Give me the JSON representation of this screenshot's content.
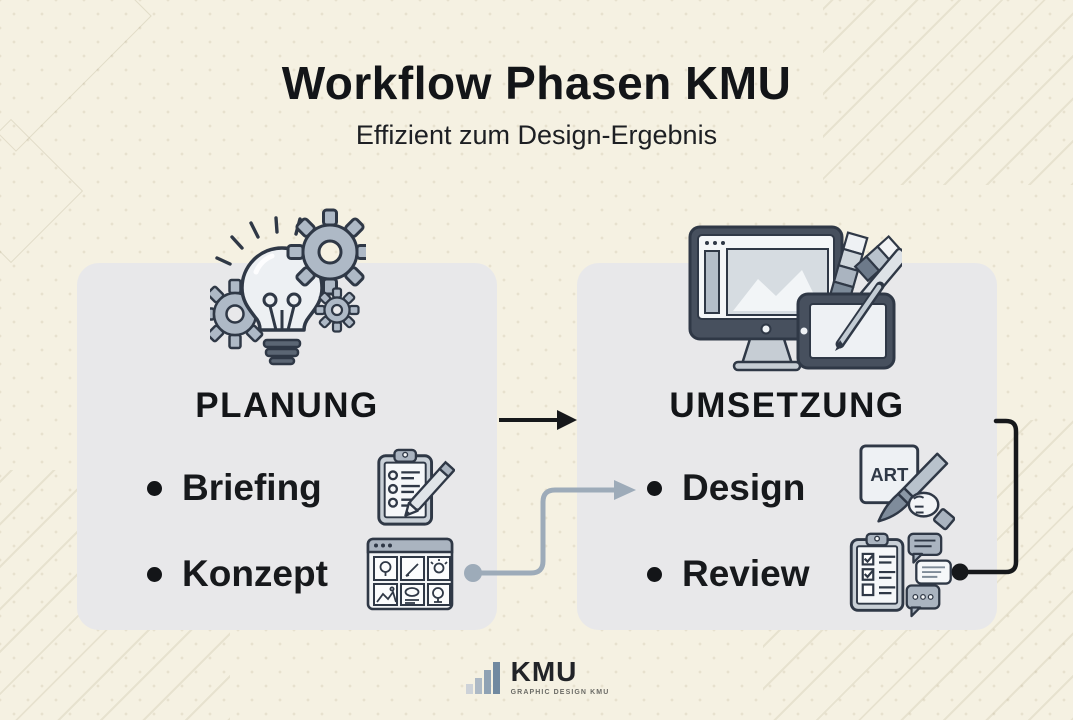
{
  "header": {
    "title": "Workflow Phasen KMU",
    "subtitle": "Effizient zum Design-Ergebnis"
  },
  "ui": {
    "bullet": ""
  },
  "phases": [
    {
      "name": "PLANUNG",
      "icon": "lightbulb-gears-icon",
      "items": [
        {
          "label": "Briefing",
          "icon": "clipboard-checklist-pencil-icon"
        },
        {
          "label": "Konzept",
          "icon": "browser-wireframe-icon"
        }
      ]
    },
    {
      "name": "UMSETZUNG",
      "icon": "monitor-tablet-design-icon",
      "items": [
        {
          "label": "Design",
          "icon": "art-hand-paintbrush-icon",
          "icon_text": "ART"
        },
        {
          "label": "Review",
          "icon": "clipboard-checks-chat-icon"
        }
      ]
    }
  ],
  "connectors": [
    {
      "name": "planung-to-umsetzung-arrow",
      "style": "straight-black-arrow",
      "color": "#16181b"
    },
    {
      "name": "konzept-to-design-arrow",
      "style": "curved-gray-arrow",
      "color": "#9dabb9"
    },
    {
      "name": "umsetzung-to-review-bracket",
      "style": "rounded-black-bracket",
      "color": "#16181b"
    }
  ],
  "footer": {
    "brand": "KMU",
    "tagline": "GRAPHIC DESIGN KMU",
    "logo_icon": "bar-chart-logo-icon"
  },
  "colors": {
    "background": "#f5f1e2",
    "card": "#e8e8ea",
    "text": "#16181b",
    "icon_outline": "#2f3846",
    "icon_fill_light": "#eef1f4",
    "icon_fill_gray": "#aab4c0",
    "gray_arrow": "#9dabb9"
  }
}
